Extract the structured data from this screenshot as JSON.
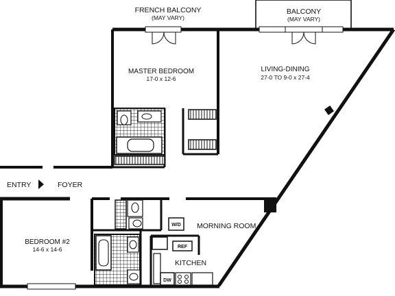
{
  "labels": {
    "french_balcony": "FRENCH BALCONY",
    "french_balcony_note": "(MAY VARY)",
    "balcony": "BALCONY",
    "balcony_note": "(MAY VARY)",
    "master_bedroom": "MASTER BEDROOM",
    "master_bedroom_dims": "17-0 x 12-6",
    "living_dining": "LIVING-DINING",
    "living_dining_dims": "27-0 TO 9-0 x 27-4",
    "entry": "ENTRY",
    "foyer": "FOYER",
    "morning_room": "MORNING ROOM",
    "bedroom2": "BEDROOM #2",
    "bedroom2_dims": "14-6 x 14-6",
    "kitchen": "KITCHEN",
    "wd": "W/D",
    "ref": "REF",
    "dw": "DW"
  }
}
